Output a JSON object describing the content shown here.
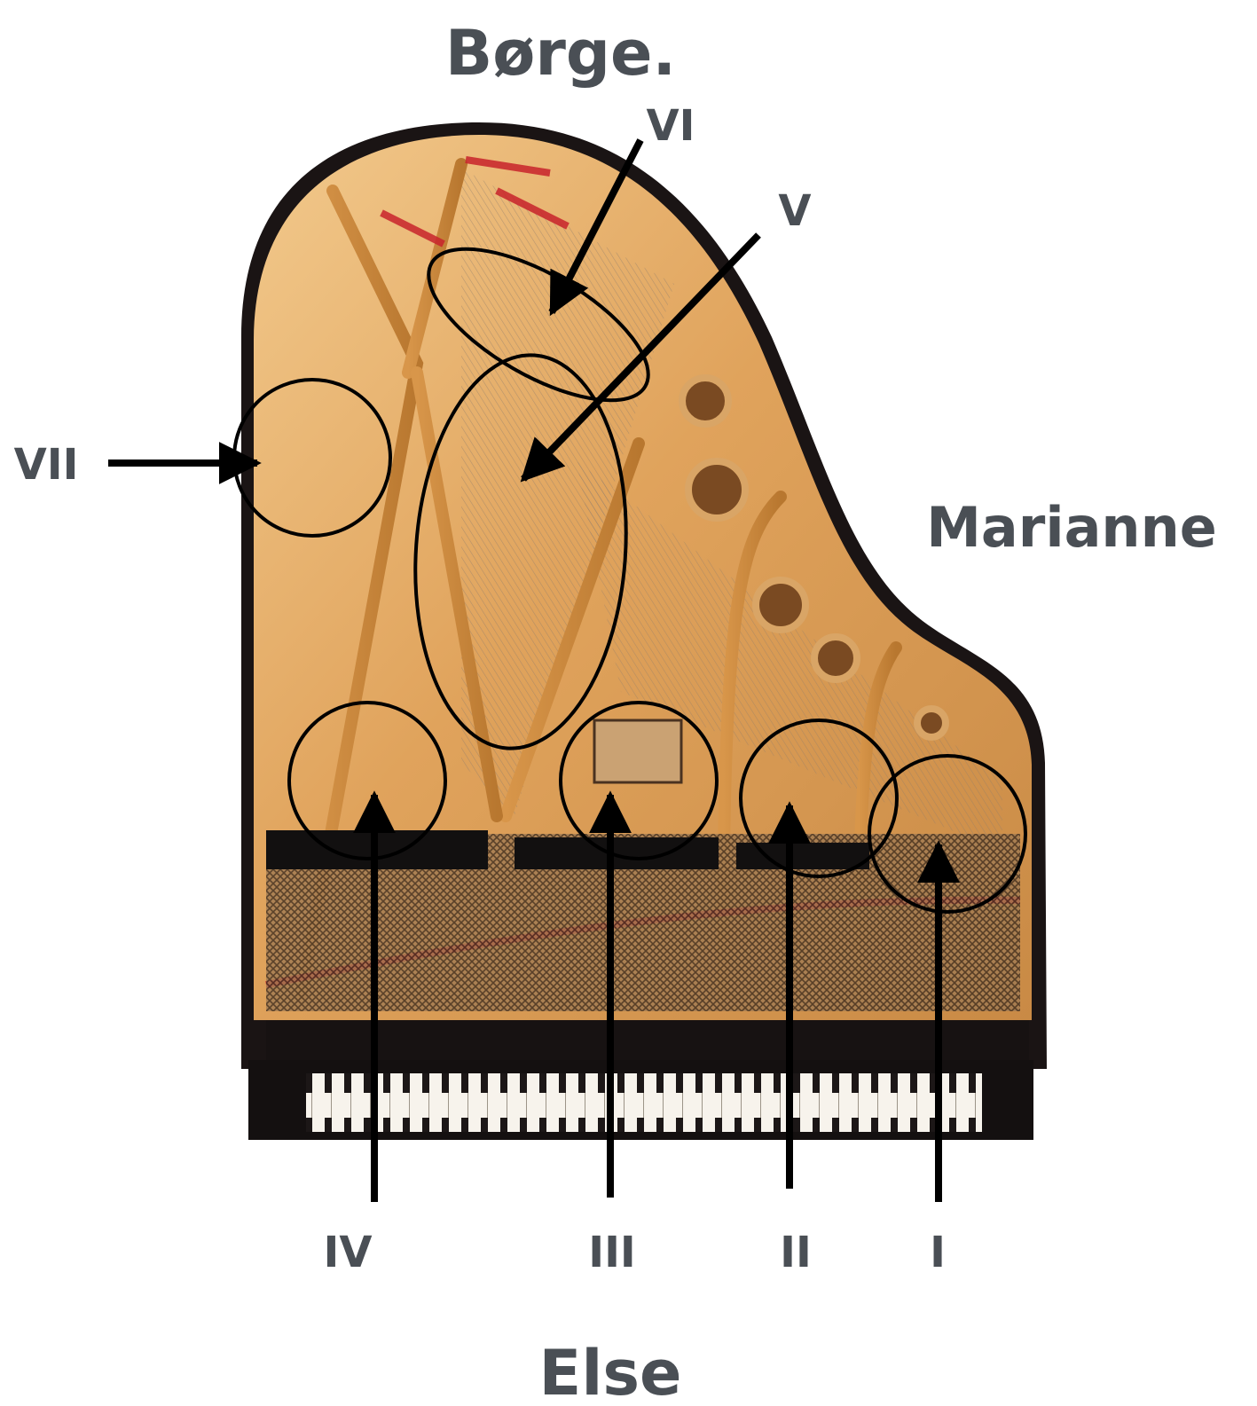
{
  "image": {
    "subject": "grand piano, top-down view with lid removed",
    "colors": {
      "label_text": "#4a4f55",
      "soundboard": "#e0a35c",
      "iron_frame": "#c9873c",
      "case": "#1a1414",
      "felt": "#c8232b",
      "markers": "#000000"
    }
  },
  "labels": {
    "borge": "Børge.",
    "marianne": "Marianne",
    "else": "Else"
  },
  "markers": [
    {
      "id": "I",
      "label": "I",
      "shape": "circle"
    },
    {
      "id": "II",
      "label": "II",
      "shape": "circle"
    },
    {
      "id": "III",
      "label": "III",
      "shape": "circle"
    },
    {
      "id": "IV",
      "label": "IV",
      "shape": "circle"
    },
    {
      "id": "V",
      "label": "V",
      "shape": "ellipse"
    },
    {
      "id": "VI",
      "label": "VI",
      "shape": "ellipse"
    },
    {
      "id": "VII",
      "label": "VII",
      "shape": "circle"
    }
  ]
}
